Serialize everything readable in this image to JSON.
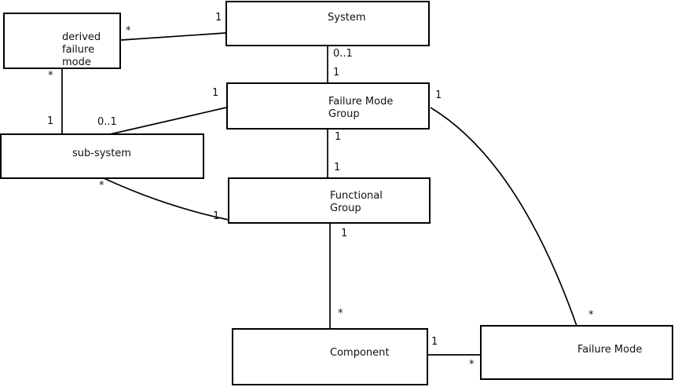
{
  "diagram": {
    "type": "uml-class-association-diagram",
    "background_color": "#ffffff",
    "line_color": "#000000",
    "text_color": "#111111",
    "boxes": {
      "derived_failure_mode": {
        "label": "derived\nfailure\nmode"
      },
      "system": {
        "label": "System"
      },
      "failure_mode_group": {
        "label": "Failure Mode\nGroup"
      },
      "sub_system": {
        "label": "sub-system"
      },
      "functional_group": {
        "label": "Functional\nGroup"
      },
      "component": {
        "label": "Component"
      },
      "failure_mode": {
        "label": "Failure Mode"
      }
    },
    "relationships": [
      {
        "a": "derived failure mode",
        "b": "System",
        "a_mult": "*",
        "b_mult": "1"
      },
      {
        "a": "System",
        "b": "Failure Mode Group",
        "a_mult": "0..1",
        "b_mult": "1"
      },
      {
        "a": "derived failure mode",
        "b": "sub-system",
        "a_mult": "*",
        "b_mult": "1"
      },
      {
        "a": "sub-system",
        "b": "Failure Mode Group",
        "a_mult": "0..1",
        "b_mult": "1"
      },
      {
        "a": "Failure Mode Group",
        "b": "Functional Group",
        "a_mult": "1",
        "b_mult": "1"
      },
      {
        "a": "sub-system",
        "b": "Functional Group",
        "a_mult": "*",
        "b_mult": "1"
      },
      {
        "a": "Functional Group",
        "b": "Component",
        "a_mult": "1",
        "b_mult": "*"
      },
      {
        "a": "Component",
        "b": "Failure Mode",
        "a_mult": "1",
        "b_mult": "*"
      },
      {
        "a": "Failure Mode Group",
        "b": "Failure Mode",
        "a_mult": "1",
        "b_mult": "*"
      }
    ]
  }
}
